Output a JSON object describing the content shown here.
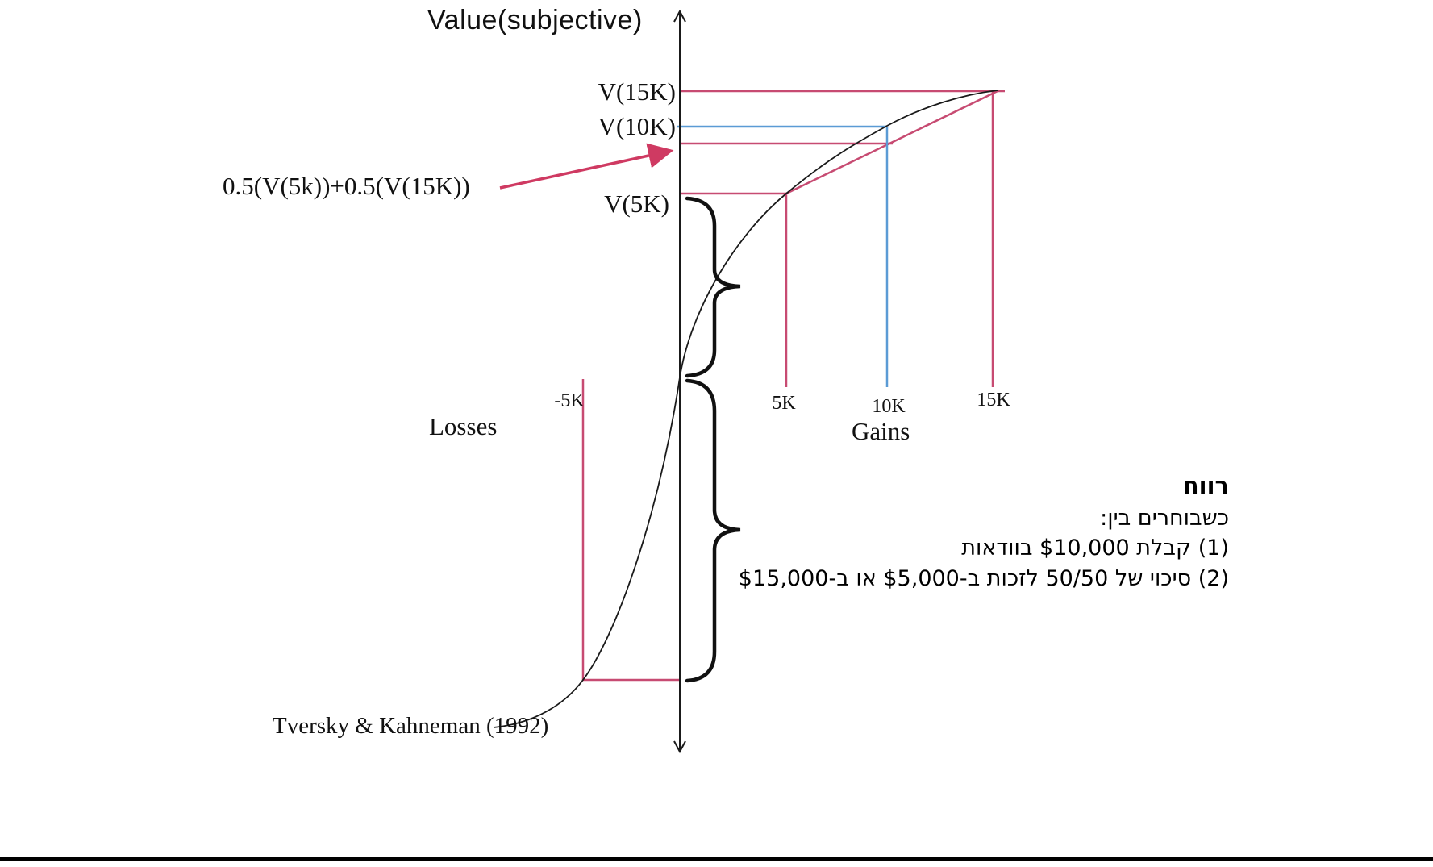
{
  "title": "Value(subjective)",
  "axis": {
    "losses": "Losses",
    "gains": "Gains"
  },
  "labels": {
    "v15k": "V(15K)",
    "v10k": "V(10K)",
    "v5k": "V(5K)",
    "expected": "0.5(V(5k))+0.5(V(15K))"
  },
  "ticks": {
    "neg5k": "-5K",
    "pos5k": "5K",
    "pos10k": "10K",
    "pos15k": "15K"
  },
  "attribution": "Tversky & Kahneman (1992)",
  "note": {
    "title": "רווח",
    "line1": "כשבוחרים בין:",
    "line2": "(1) קבלת $10,000 בוודאות",
    "line3": "(2) סיכוי של 50/50 לזכות ב-$5,000 או ב-$15,000"
  },
  "colors": {
    "curve": "#1a1a1a",
    "axis": "#1a1a1a",
    "pink": "#c74b72",
    "blue": "#5b9bd5",
    "arrow": "#cf3a62",
    "brace": "#111111"
  }
}
